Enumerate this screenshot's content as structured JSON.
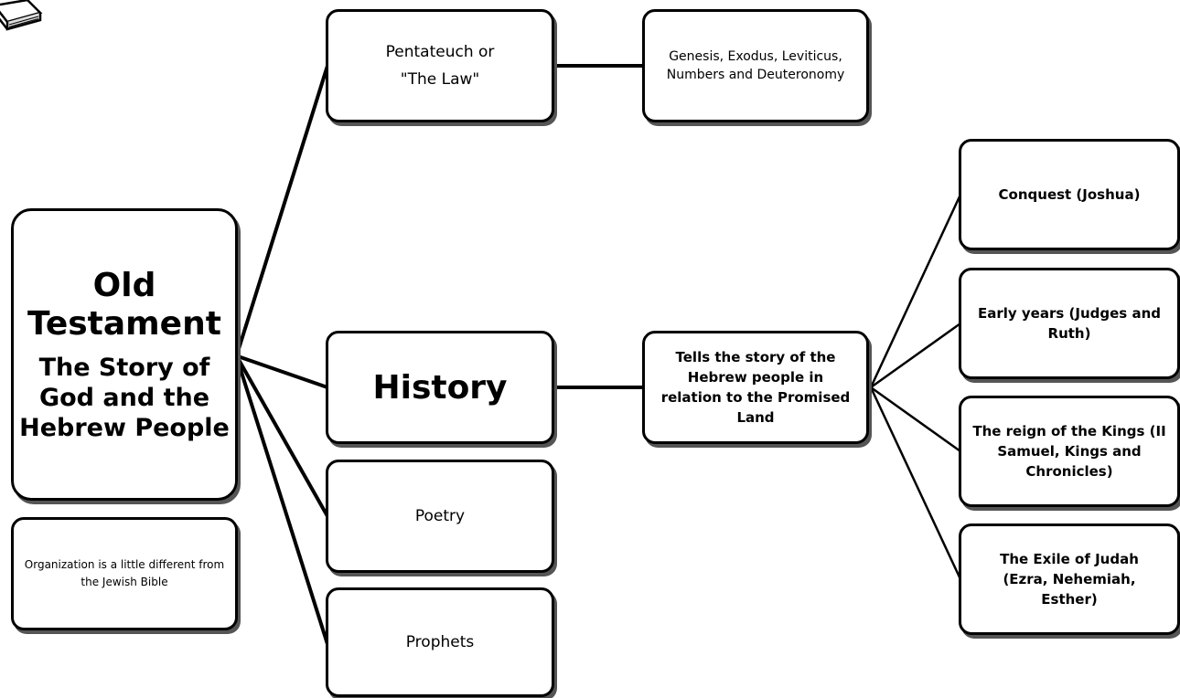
{
  "root": {
    "title": "Old Testament",
    "subtitle": "The Story of God and the Hebrew People"
  },
  "note": "Organization is a little different from the Jewish Bible",
  "categories": {
    "pentateuch": {
      "line1": "Pentateuch or",
      "line2": "\"The Law\""
    },
    "history": "History",
    "poetry": "Poetry",
    "prophets": "Prophets"
  },
  "pentateuch_books": "Genesis, Exodus, Leviticus, Numbers and Deuteronomy",
  "history_desc": "Tells the story of the Hebrew people in relation to the Promised Land",
  "history_periods": [
    "Conquest (Joshua)",
    "Early years (Judges and Ruth)",
    "The reign of the Kings (II Samuel, Kings and Chronicles)",
    "The Exile of Judah (Ezra, Nehemiah, Esther)"
  ],
  "icon": "book-icon"
}
